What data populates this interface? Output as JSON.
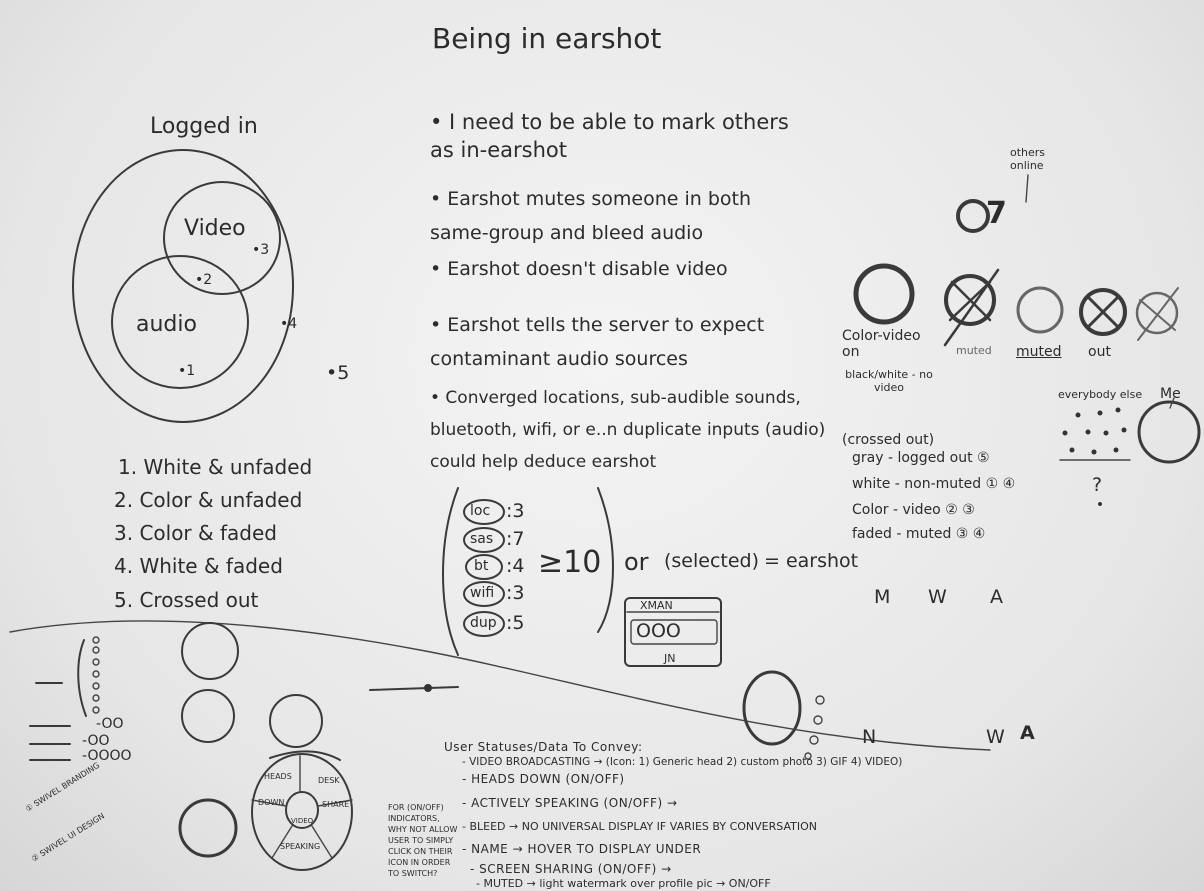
{
  "title": "Being in earshot",
  "venn": {
    "outer_label": "Logged in",
    "video_label": "Video",
    "audio_label": "audio",
    "points": [
      "•3",
      "•2",
      "•4",
      "•1",
      "•5"
    ]
  },
  "states": [
    "1. White & unfaded",
    "2. Color & unfaded",
    "3. Color & faded",
    "4. White & faded",
    "5. Crossed out"
  ],
  "bullets": [
    "• I need to be able to mark others as in-earshot",
    "• Earshot mutes someone in both same-group and bleed audio",
    "• Earshot doesn't disable video",
    "• Earshot tells the server to expect contaminant audio sources",
    "• Converged locations, sub-audible sounds, bluetooth, wifi, or e..n duplicate inputs (audio) could help deduce earshot"
  ],
  "formula": {
    "items": [
      {
        "key": "loc",
        "value": ":3"
      },
      {
        "key": "sas",
        "value": ":7"
      },
      {
        "key": "bt",
        "value": ":4"
      },
      {
        "key": "wifi",
        "value": ":3"
      },
      {
        "key": "dup",
        "value": ":5"
      }
    ],
    "threshold": "≥10",
    "or": "or",
    "selected": "(selected)",
    "equals": "= earshot",
    "mini_title": "XMAN",
    "mini_row": "OOO",
    "mini_foot": "JN"
  },
  "right_panel": {
    "others_online": "others online",
    "count": "7",
    "labels": {
      "color_video": "Color-video on",
      "bw": "black/white - no video",
      "muted_crossed": "muted",
      "muted": "muted",
      "out": "out"
    },
    "everybody": "everybody else",
    "me": "Me",
    "question": "?",
    "legend_heading": "(crossed out)",
    "legend": [
      "gray - logged out ⑤",
      "white - non-muted ① ④",
      "Color - video ② ③",
      "faded - muted ③ ④"
    ],
    "mwa": [
      "M",
      "W",
      "A"
    ],
    "nwa": [
      "N",
      "W",
      "A"
    ]
  },
  "bottom": {
    "heading": "User Statuses/Data To Convey:",
    "items": [
      "- VIDEO BROADCASTING → (Icon: 1) Generic head 2) custom photo 3) GIF 4) VIDEO)",
      "- HEADS DOWN (ON/OFF)",
      "- ACTIVELY SPEAKING (ON/OFF) →",
      "- BLEED → NO UNIVERSAL DISPLAY IF VARIES BY CONVERSATION",
      "- NAME → HOVER TO DISPLAY UNDER",
      "- SCREEN SHARING (ON/OFF) →",
      "- MUTED → light watermark over profile pic → ON/OFF"
    ],
    "side_note": "FOR (ON/OFF) INDICATORS, WHY NOT ALLOW USER TO SIMPLY CLICK ON THEIR ICON IN ORDER TO SWITCH?",
    "wheel": {
      "heads": "HEADS",
      "down": "DOWN",
      "desk": "DESK",
      "share": "SHARE",
      "video": "VIDEO",
      "speaking": "SPEAKING"
    },
    "swivel": [
      "① SWIVEL BRANDING",
      "② SWIVEL UI DESIGN"
    ],
    "dash_marks": [
      "-OO",
      "-OO",
      "-OOOO"
    ]
  }
}
